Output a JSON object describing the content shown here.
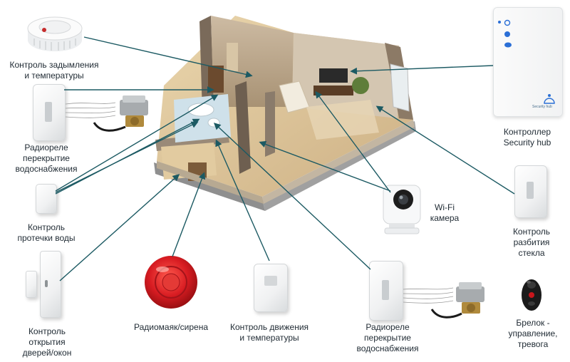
{
  "labels": {
    "smoke": [
      "Контроль задымления",
      "и температуры"
    ],
    "relay_left": [
      "Радиореле",
      "перекрытие",
      "водоснабжения"
    ],
    "leak": [
      "Контроль",
      "протечки воды"
    ],
    "door": [
      "Контроль",
      "открытия",
      "дверей/окон"
    ],
    "siren": [
      "Радиомаяк/сирена"
    ],
    "motion": [
      "Контроль движения",
      "и температуры"
    ],
    "relay_bottom": [
      "Радиореле",
      "перекрытие",
      "водоснабжения"
    ],
    "camera": [
      "Wi-Fi",
      "камера"
    ],
    "hub": [
      "Контроллер",
      "Security hub"
    ],
    "glass": [
      "Контроль",
      "разбития",
      "стекла"
    ],
    "keyfob": [
      "Брелок -",
      "управление,",
      "тревога"
    ]
  },
  "hub_brand": "Security hub",
  "colors": {
    "line": "#1c5a63",
    "text": "#1f2a33",
    "siren_red": "#d81c22",
    "wall": "#b9a48a",
    "floor": "#d8c29a"
  }
}
